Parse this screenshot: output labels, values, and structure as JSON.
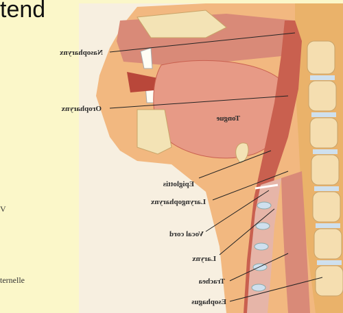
{
  "title_fragment": "tend",
  "left_fragment_1": "V",
  "left_fragment_2": "ternelle",
  "labels": {
    "nasopharynx": "Nasopharynx",
    "oropharynx": "Oropharynx",
    "tongue": "Tongue",
    "epiglottis": "Epiglottis",
    "laryngopharynx": "Laryngopharynx",
    "vocal_cord": "Vocal cord",
    "larynx": "Larynx",
    "trachea": "Trachea",
    "esophagus": "Esophagus"
  },
  "colors": {
    "background": "#fbf7c9",
    "tissue": "#e79a86",
    "tissue_dark": "#c9604f",
    "bone": "#f3e3b5",
    "cartilage": "#cfe0ee",
    "skin": "#f2b880"
  }
}
